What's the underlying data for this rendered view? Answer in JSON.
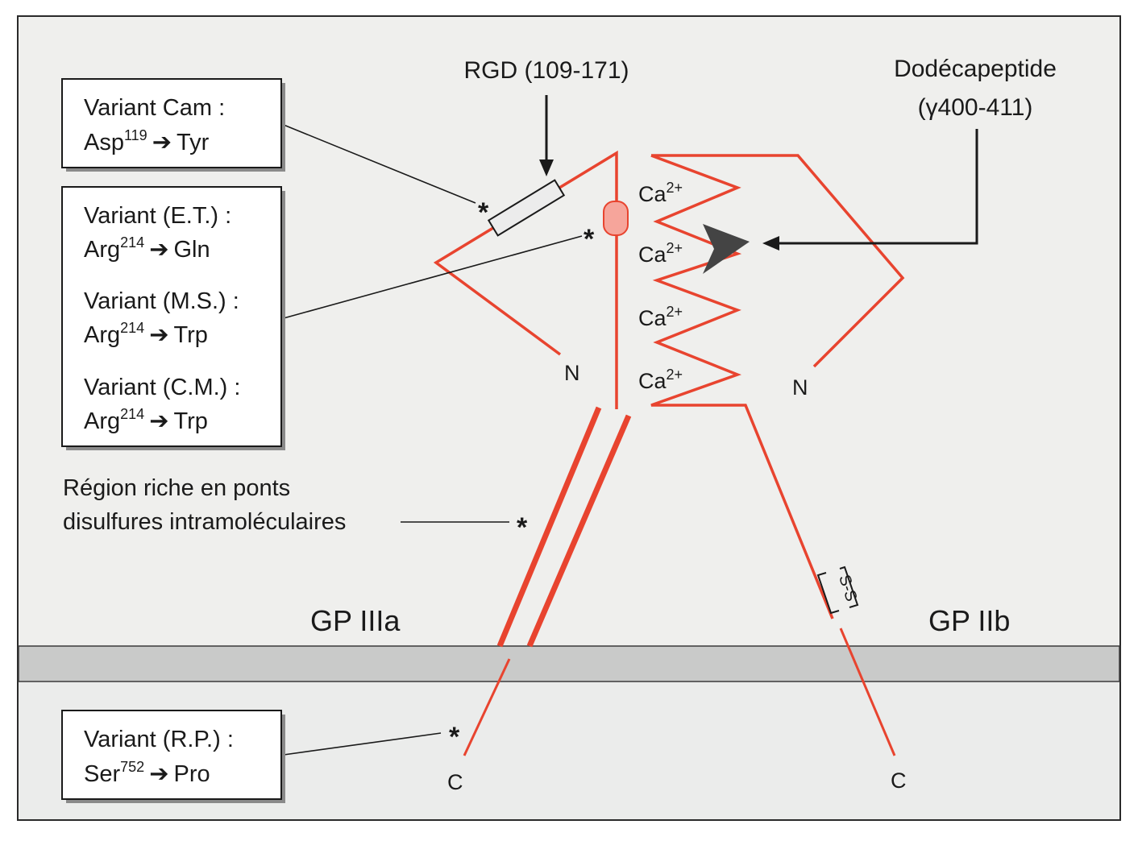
{
  "colors": {
    "frame_bg": "#efefed",
    "lower_bg": "#ebeceb",
    "membrane": "#c9cac9",
    "protein_line": "#e8442f",
    "box_fill": "#ffffff",
    "rgd_box_fill": "#ececec",
    "calcium_site_fill": "#f6a59b",
    "dodecapeptide_arrowhead": "#444444"
  },
  "variants": {
    "cam": {
      "title": "Variant Cam :",
      "line2_pre": "Asp",
      "line2_sup": "119",
      "line2_post": "Tyr"
    },
    "et": {
      "title": "Variant (E.T.) :",
      "line2_pre": "Arg",
      "line2_sup": "214",
      "line2_post": "Gln"
    },
    "ms": {
      "title": "Variant (M.S.) :",
      "line2_pre": "Arg",
      "line2_sup": "214",
      "line2_post": "Trp"
    },
    "cm": {
      "title": "Variant (C.M.) :",
      "line2_pre": "Arg",
      "line2_sup": "214",
      "line2_post": "Trp"
    },
    "rp": {
      "title": "Variant (R.P.) :",
      "line2_pre": "Ser",
      "line2_sup": "752",
      "line2_post": "Pro"
    }
  },
  "arrow_glyph": "➔",
  "labels": {
    "rgd": "RGD (109-171)",
    "dodeca_line1": "Dodécapeptide",
    "dodeca_line2": "(γ400-411)",
    "region_line1": "Région riche en ponts",
    "region_line2": "disulfures intramoléculaires",
    "gp3a": "GP IIIa",
    "gp2b": "GP IIb",
    "n_terminus": "N",
    "c_terminus": "C",
    "asterisk": "*",
    "ss_bond": "S-S",
    "calcium": "Ca",
    "calcium_charge": "2+"
  }
}
